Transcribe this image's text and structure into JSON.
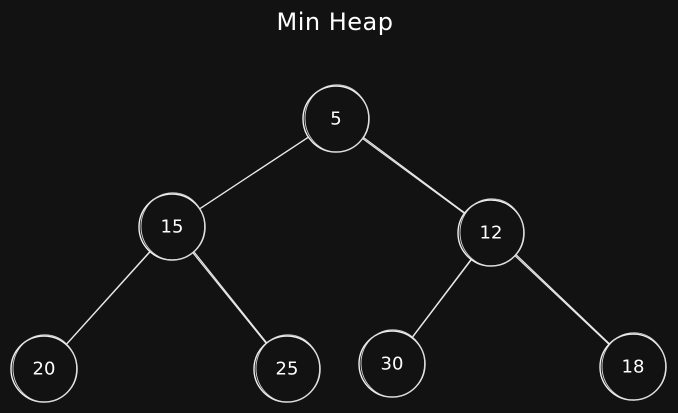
{
  "diagram": {
    "title": "Min Heap",
    "nodes": [
      {
        "id": "n0",
        "value": "5"
      },
      {
        "id": "n1",
        "value": "15"
      },
      {
        "id": "n2",
        "value": "12"
      },
      {
        "id": "n3",
        "value": "20"
      },
      {
        "id": "n4",
        "value": "25"
      },
      {
        "id": "n5",
        "value": "30"
      },
      {
        "id": "n6",
        "value": "18"
      }
    ],
    "edges": [
      [
        "n0",
        "n1"
      ],
      [
        "n0",
        "n2"
      ],
      [
        "n1",
        "n3"
      ],
      [
        "n1",
        "n4"
      ],
      [
        "n2",
        "n5"
      ],
      [
        "n2",
        "n6"
      ]
    ],
    "colors": {
      "background": "#121212",
      "stroke": "#f0f0f0",
      "text": "#ffffff"
    }
  }
}
